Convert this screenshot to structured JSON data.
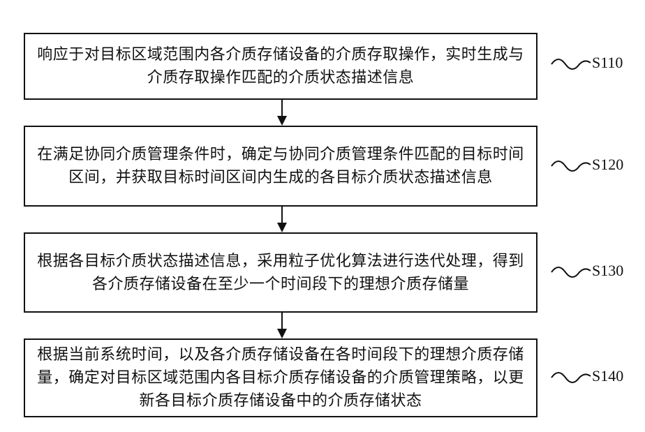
{
  "steps": [
    {
      "id": "S110",
      "text": "响应于对目标区域范围内各介质存储设备的介质存取操作，实时生成与介质存取操作匹配的介质状态描述信息"
    },
    {
      "id": "S120",
      "text": "在满足协同介质管理条件时，确定与协同介质管理条件匹配的目标时间区间，并获取目标时间区间内生成的各目标介质状态描述信息"
    },
    {
      "id": "S130",
      "text": "根据各目标介质状态描述信息，采用粒子优化算法进行迭代处理，得到各介质存储设备在至少一个时间段下的理想介质存储量"
    },
    {
      "id": "S140",
      "text": "根据当前系统时间，以及各介质存储设备在各时间段下的理想介质存储量，确定对目标区域范围内各目标介质存储设备的介质管理策略，以更新各目标介质存储设备中的介质存储状态"
    }
  ]
}
